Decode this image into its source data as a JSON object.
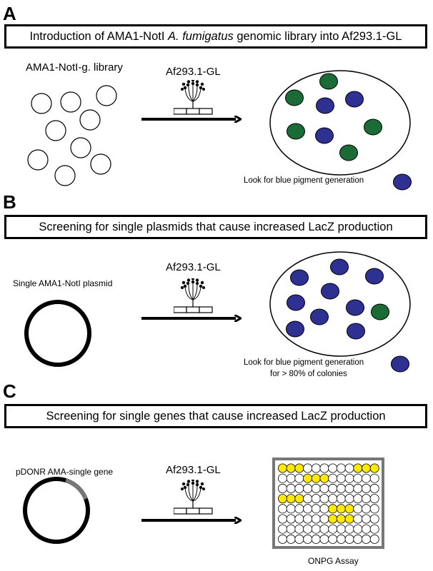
{
  "panel_a": {
    "letter": "A",
    "title_pre": "Introduction of AMA1-NotI ",
    "title_italic": "A. fumigatus",
    "title_post": " genomic library into Af293.1-GL",
    "library_label": "AMA1-NotI-g. library",
    "strain_label": "Af293.1-GL",
    "caption": "Look for blue pigment generation"
  },
  "panel_b": {
    "letter": "B",
    "title": "Screening for single plasmids that cause increased LacZ production",
    "plasmid_label": "Single AMA1-NotI plasmid",
    "strain_label": "Af293.1-GL",
    "caption_line1": "Look for blue pigment generation",
    "caption_line2": "for > 80% of colonies"
  },
  "panel_c": {
    "letter": "C",
    "title": "Screening for single genes that cause increased LacZ production",
    "plasmid_label": "pDONR AMA-single gene",
    "strain_label": "Af293.1-GL",
    "assay_label": "ONPG Assay"
  },
  "colors": {
    "blue_colony": "#2e3192",
    "green_colony": "#1a6b35",
    "yellow_well": "#ffea00",
    "plate_border": "#777777",
    "gene_segment": "#777777"
  },
  "plate": {
    "rows": 8,
    "cols": 12,
    "yellow_wells": [
      [
        0,
        0
      ],
      [
        0,
        1
      ],
      [
        0,
        2
      ],
      [
        0,
        9
      ],
      [
        0,
        10
      ],
      [
        0,
        11
      ],
      [
        1,
        3
      ],
      [
        1,
        4
      ],
      [
        1,
        5
      ],
      [
        3,
        0
      ],
      [
        3,
        1
      ],
      [
        3,
        2
      ],
      [
        4,
        6
      ],
      [
        4,
        7
      ],
      [
        4,
        8
      ],
      [
        5,
        6
      ],
      [
        5,
        7
      ],
      [
        5,
        8
      ]
    ]
  }
}
